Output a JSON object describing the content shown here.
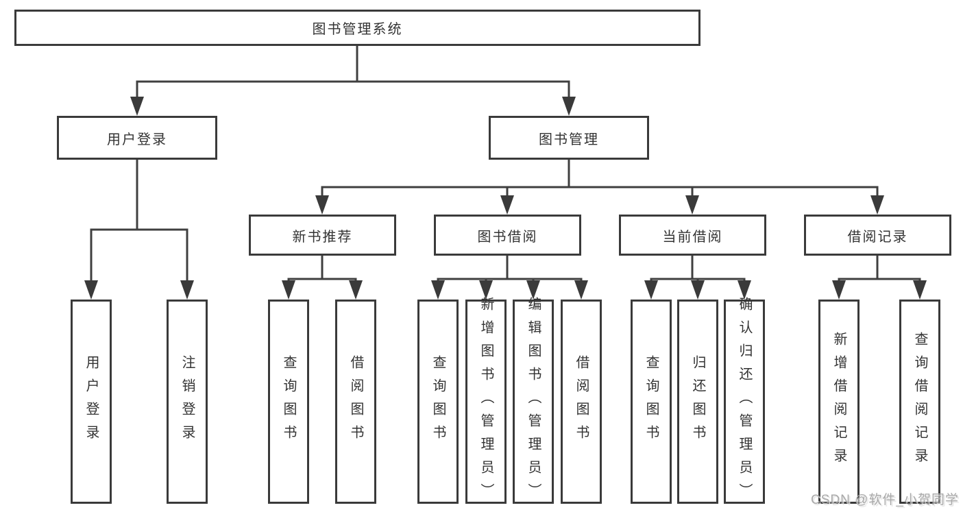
{
  "title": "图书管理系统",
  "colors": {
    "line": "#3f3f3f",
    "border": "#3a3a3a",
    "text": "#333333",
    "background": "#ffffff",
    "watermark": "#a9a9a9"
  },
  "nodes": {
    "root": {
      "label": "图书管理系统"
    },
    "level2": {
      "user_login": {
        "label": "用户登录"
      },
      "book_mgmt": {
        "label": "图书管理"
      }
    },
    "level3": {
      "new_book_rec": {
        "label": "新书推荐"
      },
      "book_borrow": {
        "label": "图书借阅"
      },
      "current_borrow": {
        "label": "当前借阅"
      },
      "borrow_record": {
        "label": "借阅记录"
      }
    },
    "leaves": [
      {
        "label": "用户登录",
        "parent": "用户登录"
      },
      {
        "label": "注销登录",
        "parent": "用户登录"
      },
      {
        "label": "查询图书",
        "parent": "新书推荐"
      },
      {
        "label": "借阅图书",
        "parent": "新书推荐"
      },
      {
        "label": "查询图书",
        "parent": "图书借阅"
      },
      {
        "label": "新增图书（管理员）",
        "parent": "图书借阅"
      },
      {
        "label": "编辑图书（管理员）",
        "parent": "图书借阅"
      },
      {
        "label": "借阅图书",
        "parent": "图书借阅"
      },
      {
        "label": "查询图书",
        "parent": "当前借阅"
      },
      {
        "label": "归还图书",
        "parent": "当前借阅"
      },
      {
        "label": "确认归还（管理员）",
        "parent": "当前借阅"
      },
      {
        "label": "新增借阅记录",
        "parent": "借阅记录"
      },
      {
        "label": "查询借阅记录",
        "parent": "借阅记录"
      }
    ]
  },
  "hierarchy": {
    "图书管理系统": {
      "用户登录": [
        "用户登录",
        "注销登录"
      ],
      "图书管理": {
        "新书推荐": [
          "查询图书",
          "借阅图书"
        ],
        "图书借阅": [
          "查询图书",
          "新增图书（管理员）",
          "编辑图书（管理员）",
          "借阅图书"
        ],
        "当前借阅": [
          "查询图书",
          "归还图书",
          "确认归还（管理员）"
        ],
        "借阅记录": [
          "新增借阅记录",
          "查询借阅记录"
        ]
      }
    }
  },
  "watermark": {
    "text": "CSDN @软件_小贺同学"
  }
}
